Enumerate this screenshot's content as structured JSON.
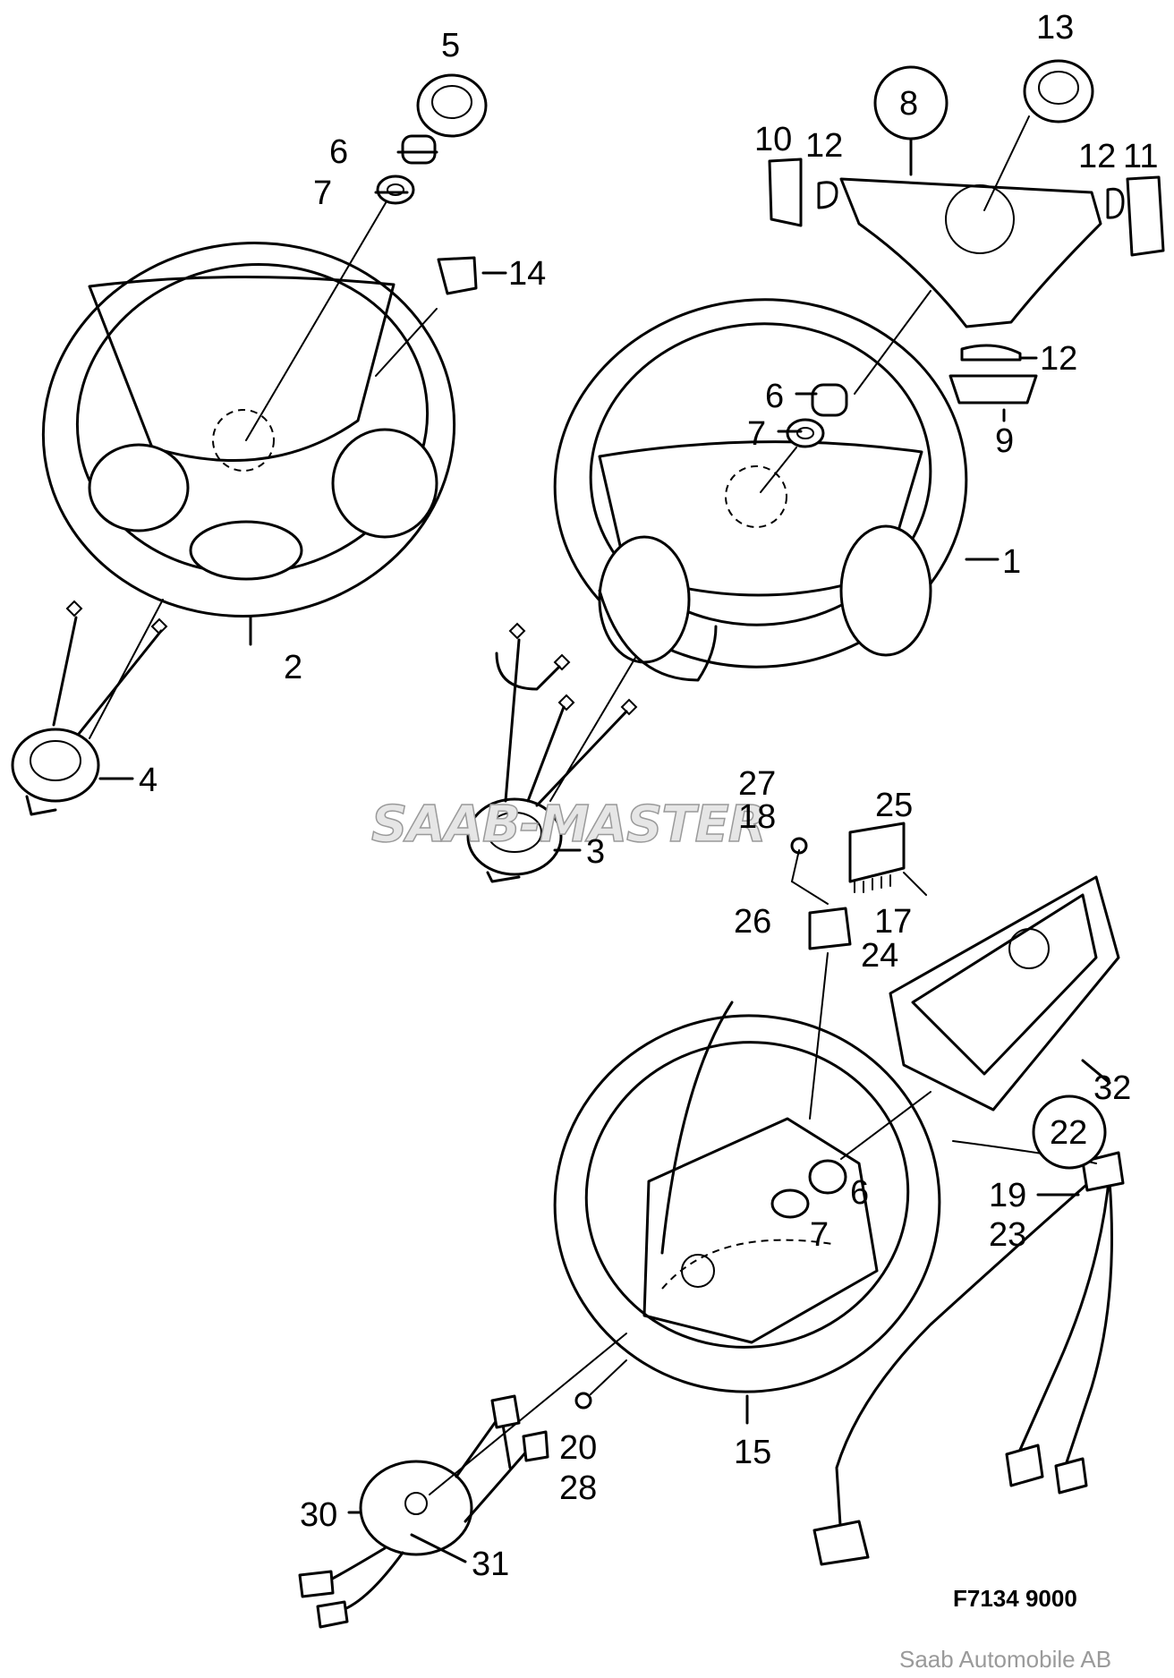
{
  "watermark": "SAAB-MASTER",
  "figure_code": "F7134 9000",
  "copyright": "Saab Automobile AB",
  "callouts": {
    "c1": "1",
    "c2": "2",
    "c3": "3",
    "c4": "4",
    "c5": "5",
    "c6a": "6",
    "c6b": "6",
    "c6c": "6",
    "c7a": "7",
    "c7b": "7",
    "c7c": "7",
    "c8": "8",
    "c9": "9",
    "c10": "10",
    "c11": "11",
    "c12a": "12",
    "c12b": "12",
    "c12c": "12",
    "c13": "13",
    "c14": "14",
    "c15": "15",
    "c17": "17",
    "c18": "18",
    "c19": "19",
    "c20": "20",
    "c22": "22",
    "c23": "23",
    "c24": "24",
    "c25": "25",
    "c26": "26",
    "c27": "27",
    "c28": "28",
    "c30": "30",
    "c31": "31",
    "c32": "32"
  }
}
